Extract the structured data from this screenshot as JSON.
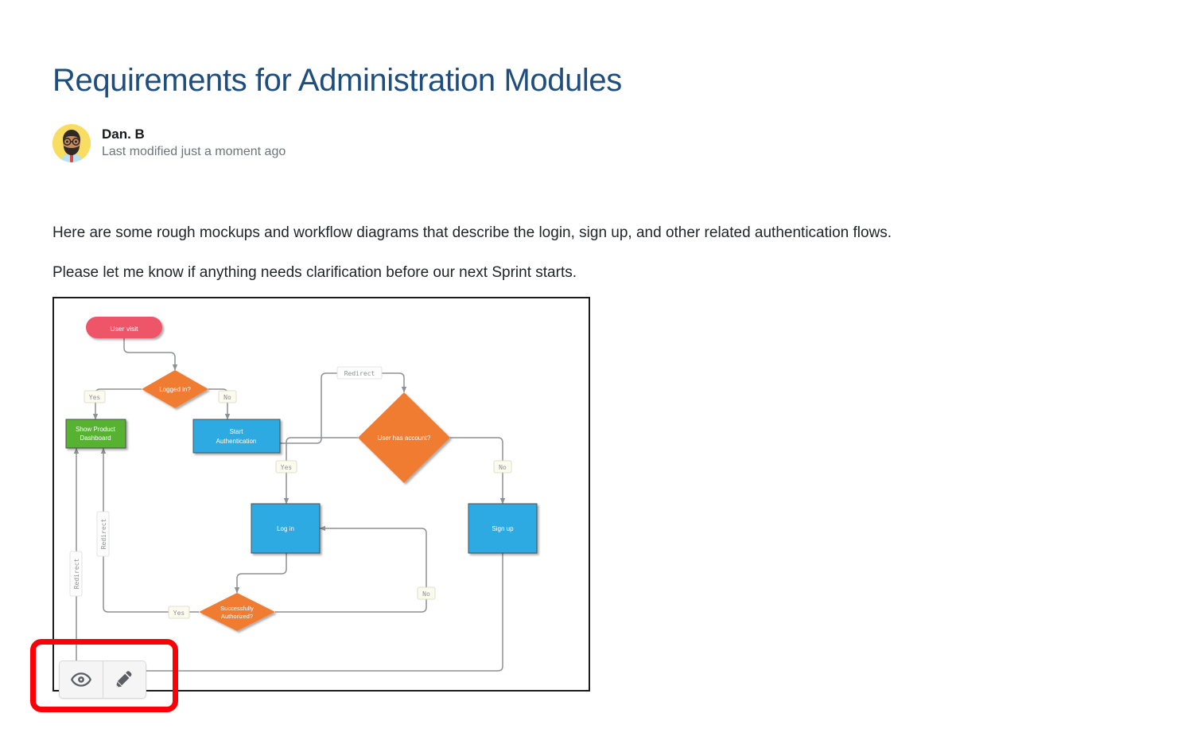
{
  "page": {
    "title": "Requirements for Administration Modules",
    "title_color": "#1d4e7f",
    "background": "#ffffff"
  },
  "byline": {
    "author": "Dan. B",
    "meta": "Last modified just a moment ago",
    "avatar_icon": "user-avatar-illustration"
  },
  "body": {
    "paragraph_1": "Here are some rough mockups and workflow diagrams that describe the login, sign up, and other related authentication flows.",
    "paragraph_2": "Please let me know if anything needs clarification before our next Sprint starts."
  },
  "toolbar": {
    "view_label": "eye-icon",
    "edit_label": "pencil-icon"
  },
  "annotation": {
    "shape": "rounded-rectangle",
    "color": "#fb0007",
    "target": "viewer-toolbar"
  },
  "diagram": {
    "type": "flowchart",
    "border_color": "#1c1c1c",
    "background": "#ffffff",
    "colors": {
      "start": "#ef5569",
      "decision": "#f07c32",
      "process": "#2eaae2",
      "success": "#59b231",
      "edge": "#8d9194",
      "label_bg": "#fbfbef",
      "label_text": "#8d9194"
    },
    "nodes": [
      {
        "id": "user-visit",
        "label": "User visit",
        "shape": "pill",
        "color": "#ef5569"
      },
      {
        "id": "logged-in",
        "label": "Logged in?",
        "shape": "diamond",
        "color": "#f07c32"
      },
      {
        "id": "show-dashboard",
        "label": "Show Product Dashboard",
        "shape": "rectangle",
        "color": "#59b231"
      },
      {
        "id": "start-auth",
        "label": "Start Authentication",
        "shape": "rectangle",
        "color": "#2eaae2"
      },
      {
        "id": "user-has-account",
        "label": "User has account?",
        "shape": "diamond",
        "color": "#f07c32"
      },
      {
        "id": "log-in",
        "label": "Log in",
        "shape": "rectangle",
        "color": "#2eaae2"
      },
      {
        "id": "sign-up",
        "label": "Sign up",
        "shape": "rectangle",
        "color": "#2eaae2"
      },
      {
        "id": "auth-ok",
        "label": "Successfully Authorized?",
        "shape": "diamond",
        "color": "#f07c32"
      }
    ],
    "edge_labels": [
      {
        "id": "logged-in-yes",
        "text": "Yes"
      },
      {
        "id": "logged-in-no",
        "text": "No"
      },
      {
        "id": "redirect-top",
        "text": "Redirect"
      },
      {
        "id": "account-yes",
        "text": "Yes"
      },
      {
        "id": "account-no",
        "text": "No"
      },
      {
        "id": "auth-yes",
        "text": "Yes"
      },
      {
        "id": "auth-no",
        "text": "No"
      },
      {
        "id": "redirect-left-1",
        "text": "Redirect"
      },
      {
        "id": "redirect-left-2",
        "text": "Redirect"
      }
    ],
    "node_text": {
      "user_visit": "User visit",
      "logged_in": "Logged in?",
      "dashboard_line1": "Show Product",
      "dashboard_line2": "Dashboard",
      "start_auth_line1": "Start",
      "start_auth_line2": "Authentication",
      "user_has_account": "User has account?",
      "log_in": "Log in",
      "sign_up": "Sign up",
      "auth_line1": "Successfully",
      "auth_line2": "Authorized?",
      "yes_1": "Yes",
      "no_1": "No",
      "redirect_top": "Redirect",
      "yes_2": "Yes",
      "no_2": "No",
      "yes_3": "Yes",
      "no_3": "No",
      "redirect_left_1": "Redirect",
      "redirect_left_2": "Redirect"
    }
  }
}
